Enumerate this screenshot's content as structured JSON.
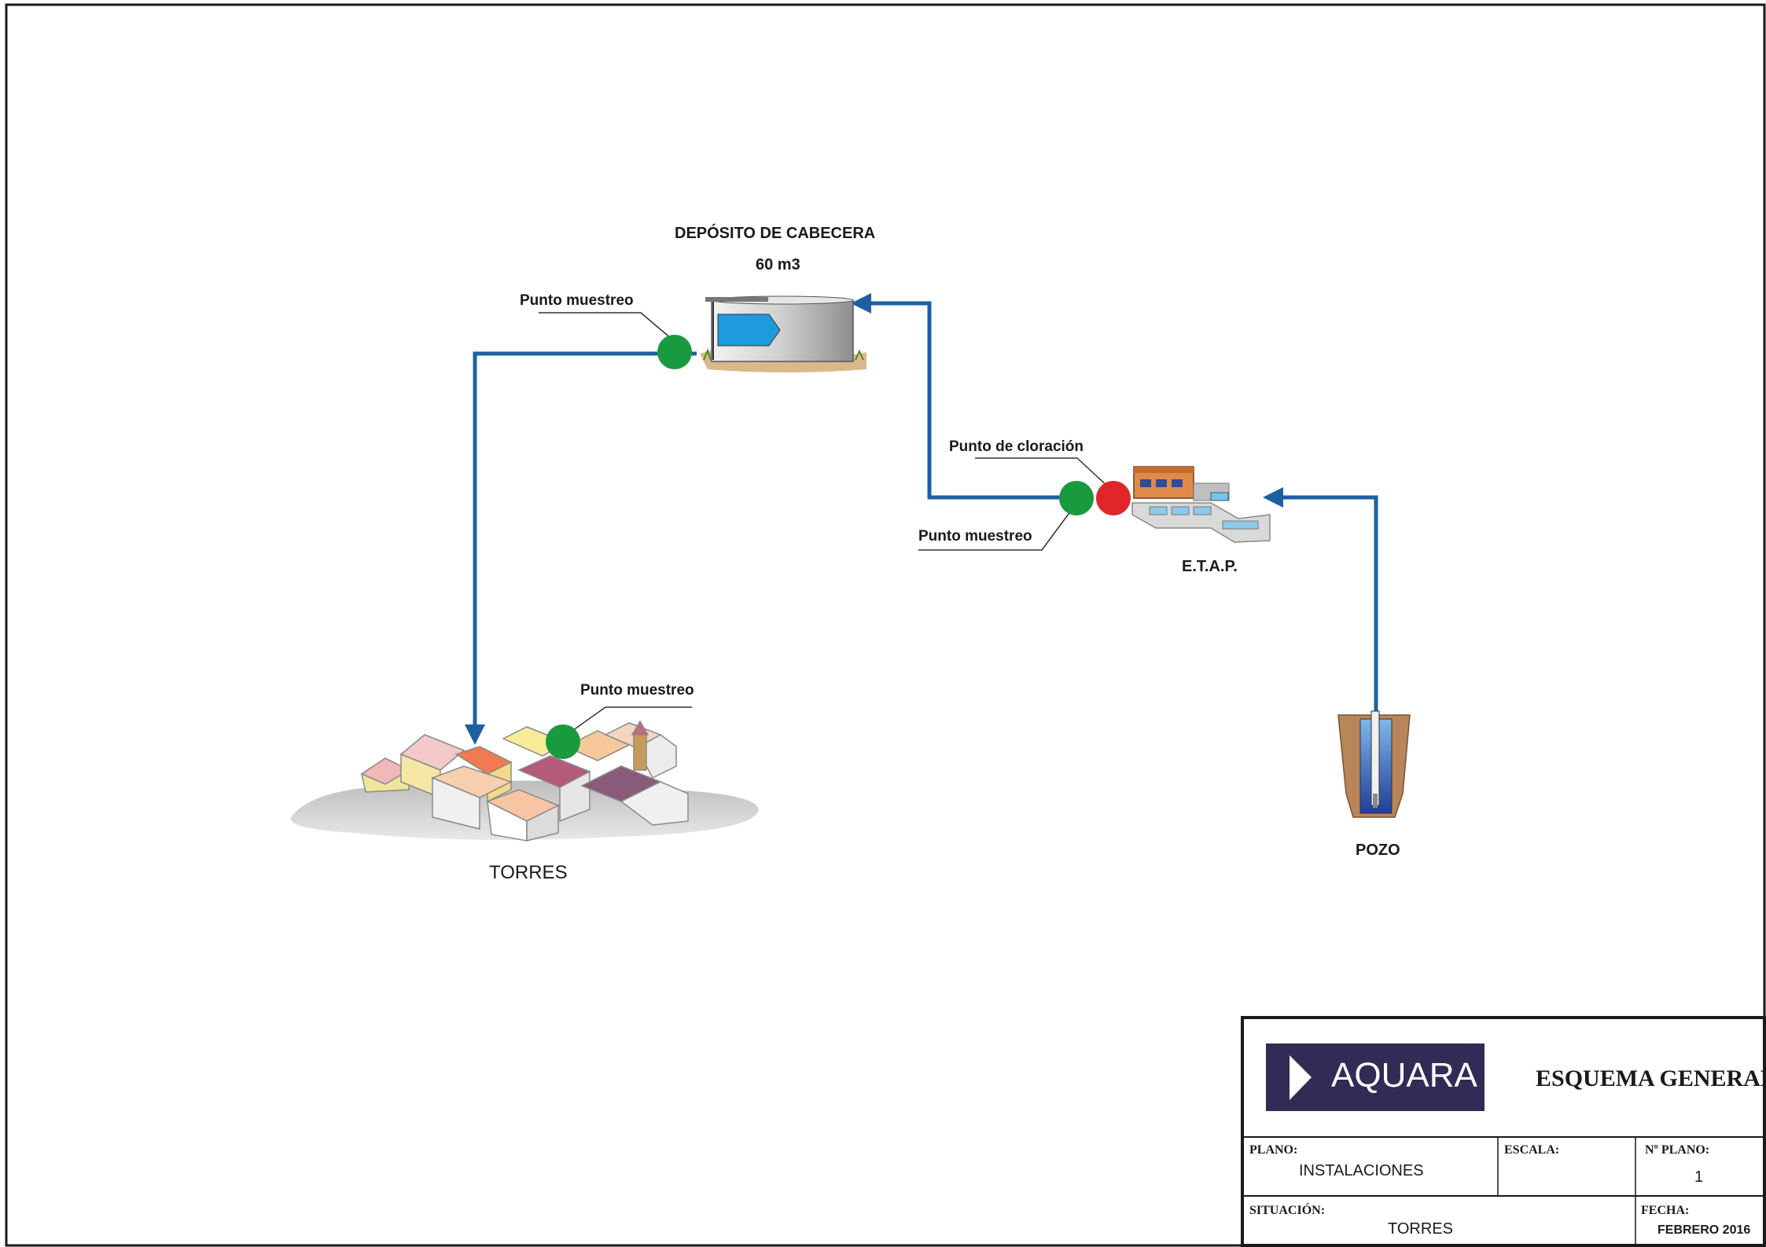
{
  "diagram": {
    "deposito": {
      "title": "DEPÓSITO DE CABECERA",
      "capacity": "60 m3"
    },
    "etap": {
      "label": "E.T.A.P."
    },
    "pozo": {
      "label": "POZO"
    },
    "town": {
      "label": "TORRES"
    },
    "sampling_points": {
      "deposito": "Punto muestreo",
      "etap": "Punto muestreo",
      "town": "Punto muestreo"
    },
    "chlorination_point": "Punto de cloración",
    "colors": {
      "pipe": "#1d5fa3",
      "sampling": "#1a9a3e",
      "chlorination": "#e0262b",
      "brand": "#332a56"
    }
  },
  "title_block": {
    "logo_text": "AQUARA",
    "title": "ESQUEMA GENERAL",
    "plano_label": "PLANO:",
    "plano_value": "INSTALACIONES",
    "escala_label": "ESCALA:",
    "escala_value": "",
    "nplano_label": "Nº PLANO:",
    "nplano_value": "1",
    "situacion_label": "SITUACIÓN:",
    "situacion_value": "TORRES",
    "fecha_label": "FECHA:",
    "fecha_value": "FEBRERO 2016"
  }
}
